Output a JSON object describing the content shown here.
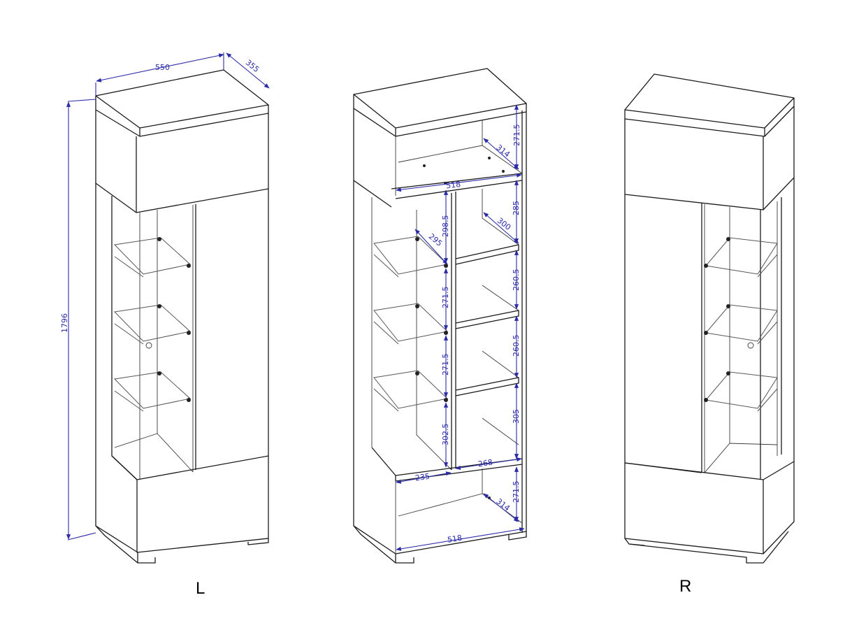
{
  "colors": {
    "line": "#1a1a1a",
    "dimension": "#2b2ba8",
    "background": "#ffffff"
  },
  "views": {
    "left": {
      "label": "L"
    },
    "middle": {
      "label": ""
    },
    "right": {
      "label": "R"
    }
  },
  "dimensions": {
    "overall_width": "550",
    "overall_depth": "355",
    "overall_height": "1796",
    "top_compartment_height": "271.5",
    "top_compartment_depth": "314",
    "top_compartment_width": "518",
    "right_shelf_gap_1": "285",
    "right_shelf_depth": "300",
    "right_shelf_gap_2": "260.5",
    "right_shelf_gap_3": "260.5",
    "right_shelf_gap_4": "305",
    "left_shelf_gap_1": "298.5",
    "glass_shelf_depth": "295",
    "left_shelf_gap_2": "271.5",
    "left_shelf_gap_3": "271.5",
    "left_shelf_gap_4": "302.5",
    "left_section_width": "235",
    "right_section_width": "268",
    "bottom_compartment_height": "271.5",
    "bottom_compartment_depth": "314",
    "bottom_compartment_width": "518"
  }
}
